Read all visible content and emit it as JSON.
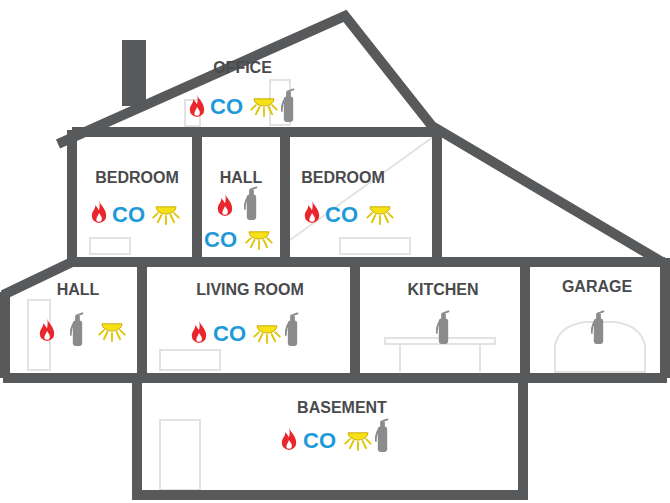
{
  "diagram": {
    "nodes": [
      {
        "text": [
          "OFFICE",
          "CO"
        ]
      },
      {
        "text": [
          "BEDROOM",
          "CO"
        ]
      },
      {
        "text": [
          "HALL",
          "CO"
        ]
      },
      {
        "text": [
          "BEDROOM",
          "CO"
        ]
      },
      {
        "text": [
          "HALL"
        ]
      },
      {
        "text": [
          "LIVING ROOM",
          "CO"
        ]
      },
      {
        "text": [
          "KITCHEN"
        ]
      },
      {
        "text": [
          "GARAGE"
        ]
      },
      {
        "text": [
          "BASEMENT",
          "CO"
        ]
      }
    ]
  }
}
